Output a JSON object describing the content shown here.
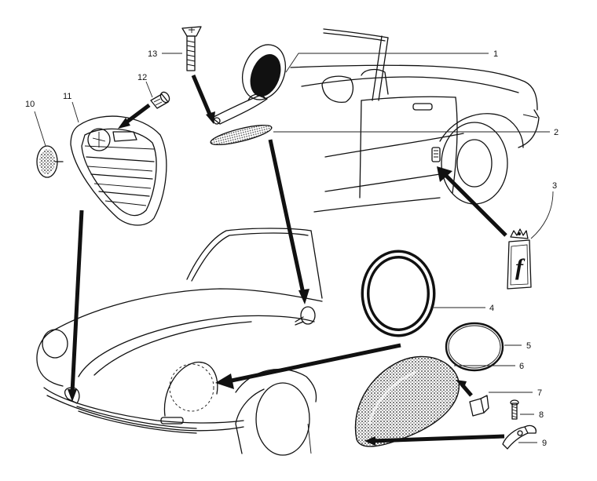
{
  "callouts": [
    {
      "id": "label-1",
      "text": "1"
    },
    {
      "id": "label-2",
      "text": "2"
    },
    {
      "id": "label-3",
      "text": "3"
    },
    {
      "id": "label-4",
      "text": "4"
    },
    {
      "id": "label-5",
      "text": "5"
    },
    {
      "id": "label-6",
      "text": "6"
    },
    {
      "id": "label-7",
      "text": "7"
    },
    {
      "id": "label-8",
      "text": "8"
    },
    {
      "id": "label-9",
      "text": "9"
    },
    {
      "id": "label-10",
      "text": "10"
    },
    {
      "id": "label-11",
      "text": "11"
    },
    {
      "id": "label-12",
      "text": "12"
    },
    {
      "id": "label-13",
      "text": "13"
    }
  ],
  "parts": {
    "p1": "wing mirror",
    "p2": "mirror gasket",
    "p3": "pininfarina badge",
    "p4": "headlight chrome ring",
    "p5": "headlight retaining ring",
    "p6": "headlight cover",
    "p7": "clip",
    "p8": "screw",
    "p9": "bracket",
    "p10": "emblem",
    "p11": "front grille",
    "p12": "grille fastener",
    "p13": "mirror screw"
  },
  "badge": {
    "letter": "f"
  },
  "colors": {
    "ink": "#111111",
    "paper": "#ffffff"
  }
}
